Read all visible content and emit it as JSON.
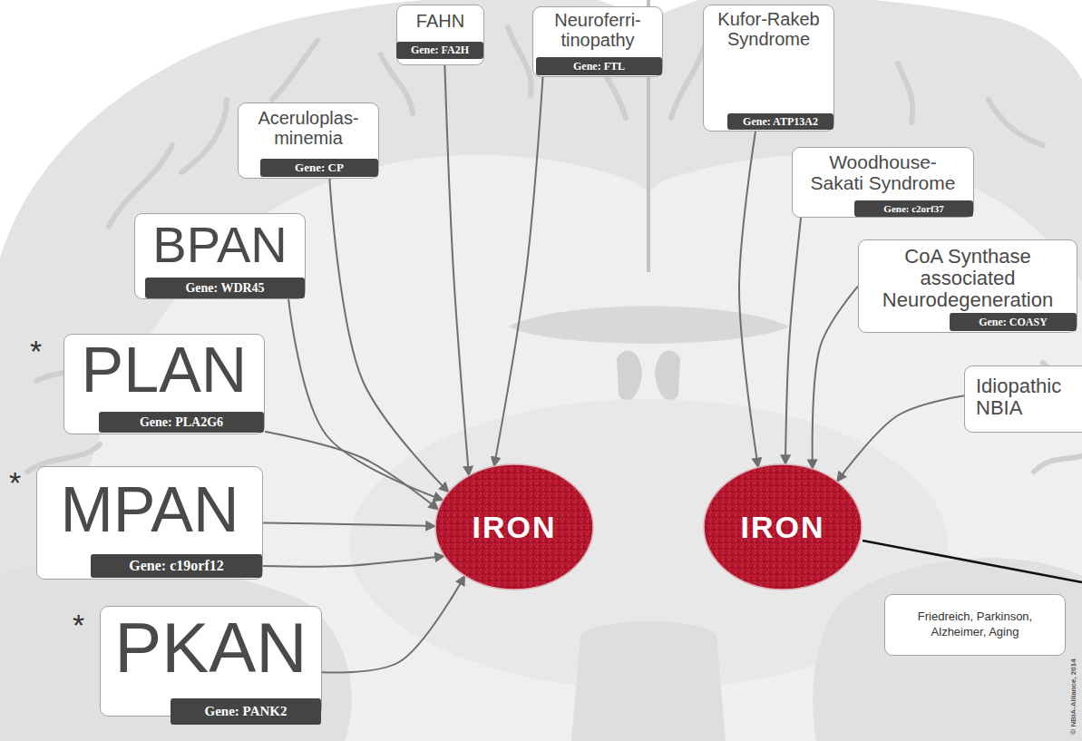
{
  "diagram": {
    "nodes": [
      {
        "text": [
          "FAHN"
        ]
      },
      {
        "text": [
          "Gene: FA2H"
        ],
        "in": 0
      },
      {
        "text": [
          "Neuroferri- tinopathy"
        ]
      },
      {
        "text": [
          "Gene: FTL"
        ],
        "in": 2
      },
      {
        "text": [
          "Kufor-Rakeb Syndrome"
        ]
      },
      {
        "text": [
          "Gene: ATP13A2"
        ],
        "in": 4
      },
      {
        "text": [
          "Aceruloplas- minemia"
        ]
      },
      {
        "text": [
          "Gene: CP"
        ],
        "in": 6
      },
      {
        "text": [
          "Woodhouse- Sakati Syndrome"
        ]
      },
      {
        "text": [
          "Gene: c2orf37"
        ],
        "in": 8
      },
      {
        "text": [
          "BPAN"
        ]
      },
      {
        "text": [
          "Gene: WDR45"
        ],
        "in": 10
      },
      {
        "text": [
          "CoA Synthase associated Neurodegeneration"
        ]
      },
      {
        "text": [
          "Gene: COASY"
        ],
        "in": 12
      },
      {
        "text": [
          "PLAN"
        ]
      },
      {
        "text": [
          "Gene: PLA2G6"
        ],
        "in": 14
      },
      {
        "text": [
          "Idiopathic NBIA"
        ]
      },
      {
        "text": [
          "MPAN"
        ]
      },
      {
        "text": [
          "Gene: c19orf12"
        ],
        "in": 17
      },
      {
        "text": [
          "PKAN"
        ]
      },
      {
        "text": [
          "Gene: PANK2"
        ],
        "in": 19
      },
      {
        "text": [
          "IRON"
        ]
      },
      {
        "text": [
          "IRON"
        ]
      },
      {
        "text": [
          "Friedreich, Parkinson, Alzheimer, Aging"
        ]
      }
    ],
    "edges": [
      {
        "from": 0,
        "to": 21,
        "arrow": "to"
      },
      {
        "from": 2,
        "to": 21,
        "arrow": "to"
      },
      {
        "from": 4,
        "to": 22,
        "arrow": "to"
      },
      {
        "from": 6,
        "to": 21,
        "arrow": "to"
      },
      {
        "from": 8,
        "to": 22,
        "arrow": "to"
      },
      {
        "from": 10,
        "to": 21,
        "arrow": "to"
      },
      {
        "from": 12,
        "to": 22,
        "arrow": "to"
      },
      {
        "from": 14,
        "to": 21,
        "arrow": "to"
      },
      {
        "from": 16,
        "to": 22,
        "arrow": "to"
      },
      {
        "from": 17,
        "to": 21,
        "arrow": "to"
      },
      {
        "from": 18,
        "to": 21,
        "arrow": "to"
      },
      {
        "from": 19,
        "to": 21,
        "arrow": "to"
      }
    ],
    "labels": [
      "*",
      "*",
      "*",
      "© NBIA-Alliance, 2014"
    ]
  }
}
